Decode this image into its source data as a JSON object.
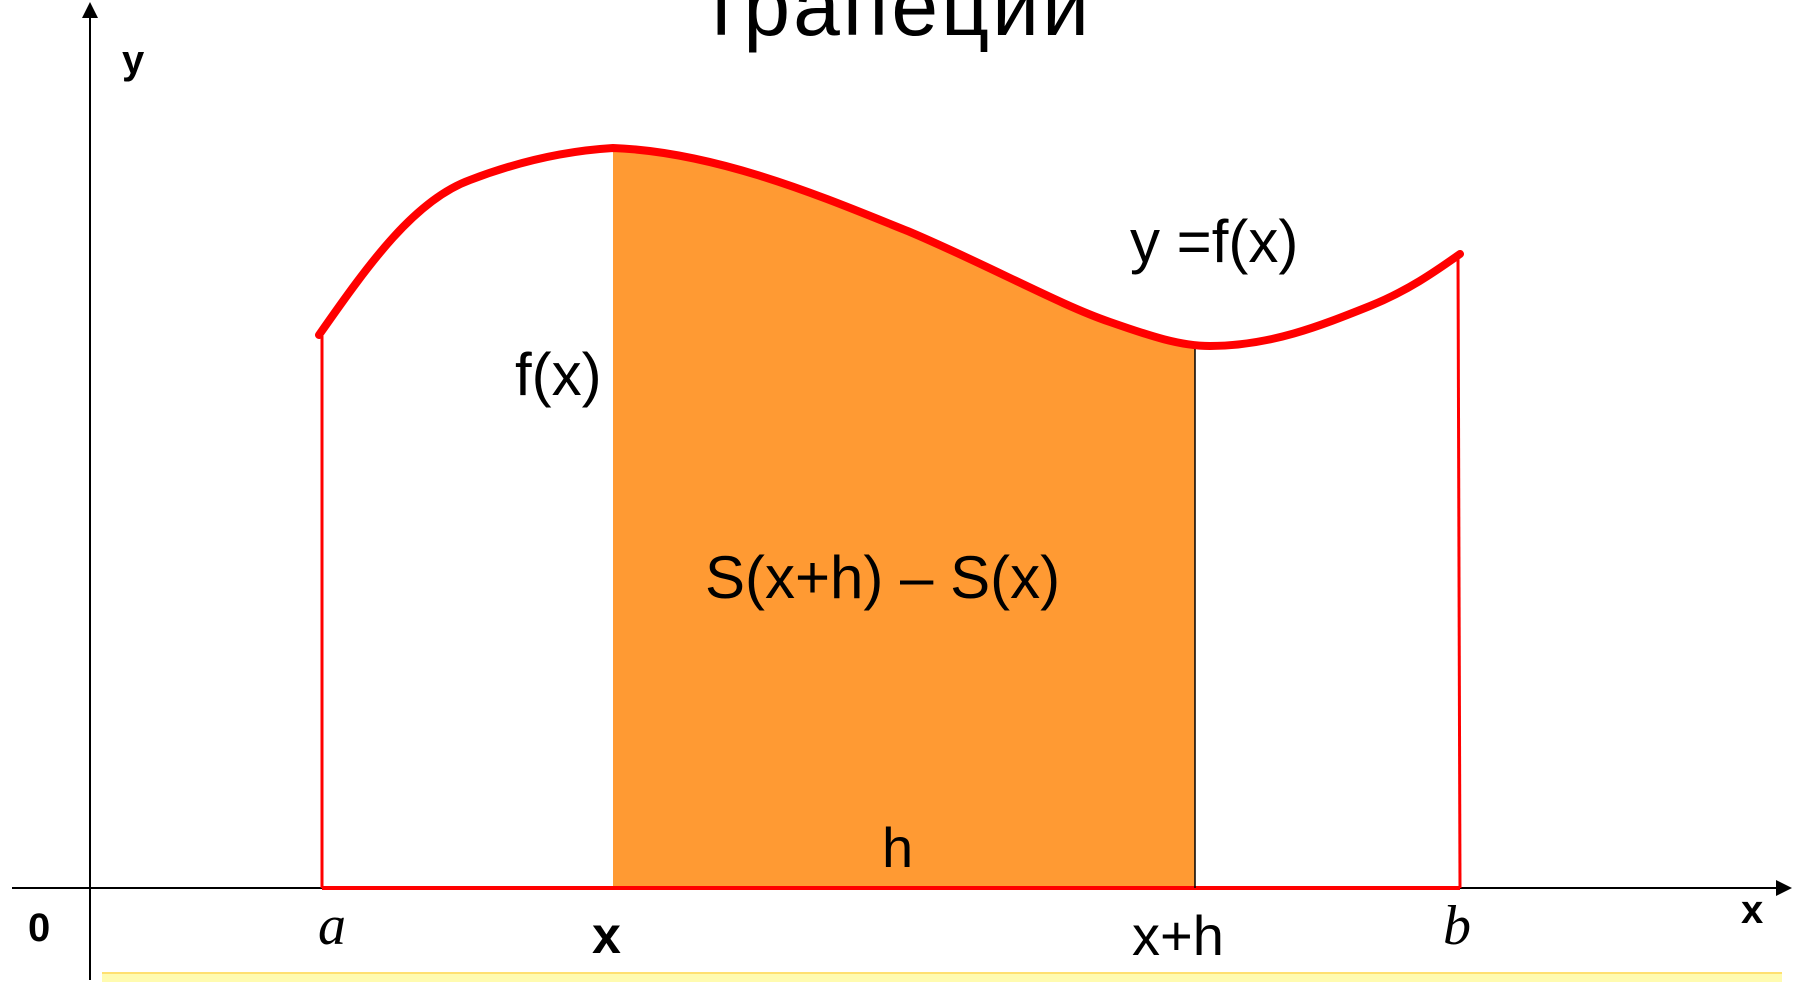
{
  "title": "трапеции",
  "axes": {
    "y_label": "y",
    "x_label": "x",
    "origin_label": "0"
  },
  "labels": {
    "a": "a",
    "x": "x",
    "x_plus_h": "x+h",
    "b": "b",
    "h": "h",
    "fx": "f(x)",
    "function": "y =f(x)",
    "difference": "S(x+h) – S(x)"
  },
  "colors": {
    "curve": "#ff0000",
    "region_fill": "#ff9a33",
    "axes": "#000000",
    "band": "#fffbb0"
  }
}
